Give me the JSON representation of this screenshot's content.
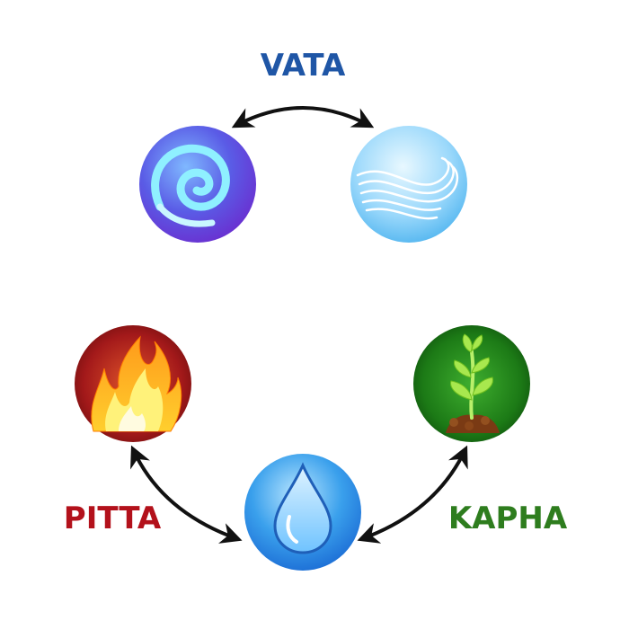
{
  "labels": {
    "vata": "VATA",
    "pitta": "PITTA",
    "kapha": "KAPHA"
  },
  "colors": {
    "vata": "#1f56a6",
    "pitta": "#b3111b",
    "kapha": "#2e7d1e",
    "arrow": "#111111"
  },
  "elements": [
    {
      "icon": "ether-spiral-icon"
    },
    {
      "icon": "air-wind-icon"
    },
    {
      "icon": "fire-flame-icon"
    },
    {
      "icon": "water-drop-icon"
    },
    {
      "icon": "earth-sprout-icon"
    }
  ]
}
